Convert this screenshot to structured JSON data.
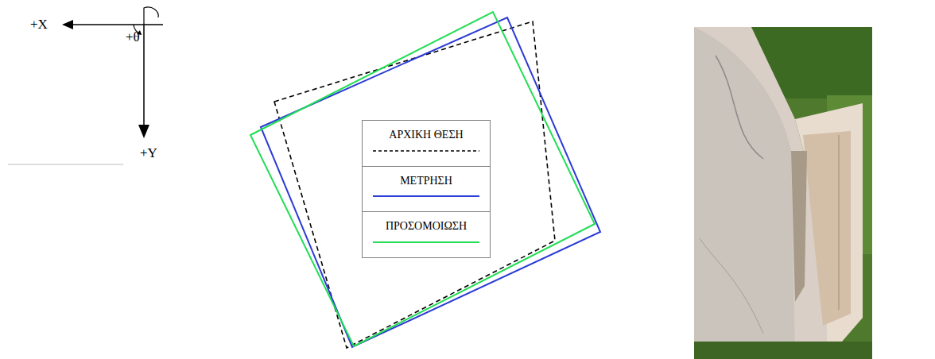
{
  "diagram": {
    "labels": [
      "+X",
      "+θ",
      "+Y"
    ],
    "legend": [
      {
        "text": "ΑΡΧΙΚΗ ΘΕΣΗ"
      },
      {
        "text": "ΜΕΤΡΗΣΗ"
      },
      {
        "text": "ΠΡΟΣΟΜΟΙΩΣΗ"
      }
    ]
  }
}
